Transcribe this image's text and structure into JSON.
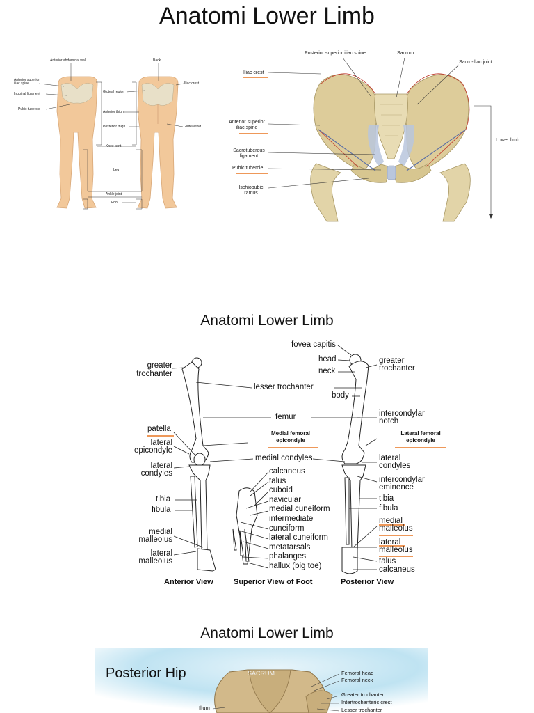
{
  "slide1": {
    "title": "Anatomi Lower Limb",
    "body_labels": {
      "anterior_abdominal_wall": "Anterior abdominal wall",
      "back": "Back",
      "asis": "Anterior superior iliac spine",
      "inguinal_ligament": "Inguinal ligament",
      "pubic_tubercle": "Pubic tubercle",
      "gluteal_region": "Gluteal region",
      "iliac_crest": "Iliac crest",
      "anterior_thigh": "Anterior thigh",
      "posterior_thigh": "Posterior thigh",
      "gluteal_fold": "Gluteal fold",
      "knee_joint": "Knee joint",
      "leg": "Leg",
      "ankle_joint": "Ankle joint",
      "foot": "Foot"
    },
    "pelvis_labels": {
      "psis": "Posterior superior iliac spine",
      "sacrum": "Sacrum",
      "sacroiliac_joint": "Sacro-iliac joint",
      "iliac_crest": "Iliac crest",
      "asis_line1": "Anterior superior",
      "asis_line2": "iliac spine",
      "sacrotuberous_line1": "Sacrotuberous",
      "sacrotuberous_line2": "ligament",
      "pubic_tubercle": "Pubic tubercle",
      "ischiopubic_line1": "Ischiopubic",
      "ischiopubic_line2": "ramus",
      "lower_limb": "Lower limb"
    }
  },
  "slide2": {
    "title": "Anatomi Lower Limb",
    "left_labels": {
      "greater_trochanter_1": "greater",
      "greater_trochanter_2": "trochanter",
      "patella": "patella",
      "lateral_epicondyle_1": "lateral",
      "lateral_epicondyle_2": "epicondyle",
      "lateral_condyles_1": "lateral",
      "lateral_condyles_2": "condyles",
      "tibia": "tibia",
      "fibula": "fibula",
      "medial_malleolus_1": "medial",
      "medial_malleolus_2": "malleolus",
      "lateral_malleolus_1": "lateral",
      "lateral_malleolus_2": "malleolus"
    },
    "center_labels": {
      "fovea_capitis": "fovea capitis",
      "head": "head",
      "neck": "neck",
      "lesser_trochanter": "lesser trochanter",
      "body": "body",
      "femur": "femur",
      "medial_femoral_1": "Medial femoral",
      "medial_femoral_2": "epicondyle",
      "medial_condyles": "medial condyles"
    },
    "foot_labels": [
      "calcaneus",
      "talus",
      "cuboid",
      "navicular",
      "medial cuneiform",
      "intermediate",
      "cuneiform",
      "lateral cuneiform",
      "metatarsals",
      "phalanges",
      "hallux (big toe)"
    ],
    "right_labels": {
      "greater_trochanter_1": "greater",
      "greater_trochanter_2": "trochanter",
      "intercondylar_notch_1": "intercondylar",
      "intercondylar_notch_2": "notch",
      "lateral_femoral_1": "Lateral femoral",
      "lateral_femoral_2": "epicondyle",
      "lateral_condyles_1": "lateral",
      "lateral_condyles_2": "condyles",
      "intercondylar_eminence_1": "intercondylar",
      "intercondylar_eminence_2": "eminence",
      "tibia": "tibia",
      "fibula": "fibula",
      "medial_malleolus_1": "medial",
      "medial_malleolus_2": "malleolus",
      "lateral_malleolus_1": "lateral",
      "lateral_malleolus_2": "malleolus",
      "talus": "talus",
      "calcaneus": "calcaneus"
    },
    "view_titles": {
      "anterior": "Anterior View",
      "superior_foot": "Superior View of Foot",
      "posterior": "Posterior View"
    }
  },
  "slide3": {
    "title": "Anatomi Lower Limb",
    "heading": "Posterior Hip",
    "sacrum": "SACRUM",
    "labels": [
      "Femoral head",
      "Femoral neck",
      "Greater trochanter",
      "Intertrochanteric crest",
      "Lesser trochanter"
    ],
    "ilium": "Ilium"
  },
  "colors": {
    "underline": "#e87722",
    "bone": "#d9c99a",
    "skin": "#f2c89a",
    "pelvis_outline": "#c0392b",
    "hip_bg": "#bfe3f2"
  }
}
